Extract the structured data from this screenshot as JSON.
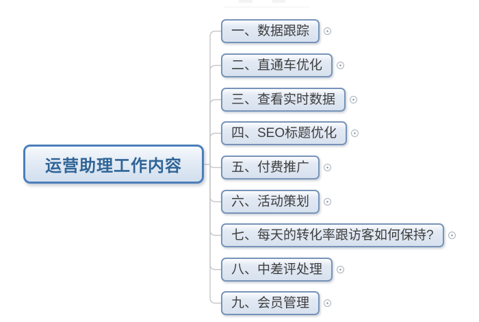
{
  "diagram": {
    "type": "mindmap",
    "root": {
      "label": "运营助理工作内容"
    },
    "branches": [
      {
        "label": "一、数据跟踪"
      },
      {
        "label": "二、直通车优化"
      },
      {
        "label": "三、查看实时数据"
      },
      {
        "label": "四、SEO标题优化"
      },
      {
        "label": "五、付费推广"
      },
      {
        "label": "六、活动策划"
      },
      {
        "label": "七、每天的转化率跟访客如何保持?"
      },
      {
        "label": "八、中差评处理"
      },
      {
        "label": "九、会员管理"
      }
    ],
    "icons": {
      "expand_collapse": "circle-with-center-dot"
    },
    "colors": {
      "background": "#ffffff",
      "root_border": "#4a7ebb",
      "root_text": "#2f6496",
      "branch_border": "#7693b8",
      "branch_text": "#3e3e3e",
      "branch_fill_top": "#fbfcfe",
      "branch_fill_bottom": "#d7e1ee",
      "connector_line": "#c8c8c8"
    }
  }
}
